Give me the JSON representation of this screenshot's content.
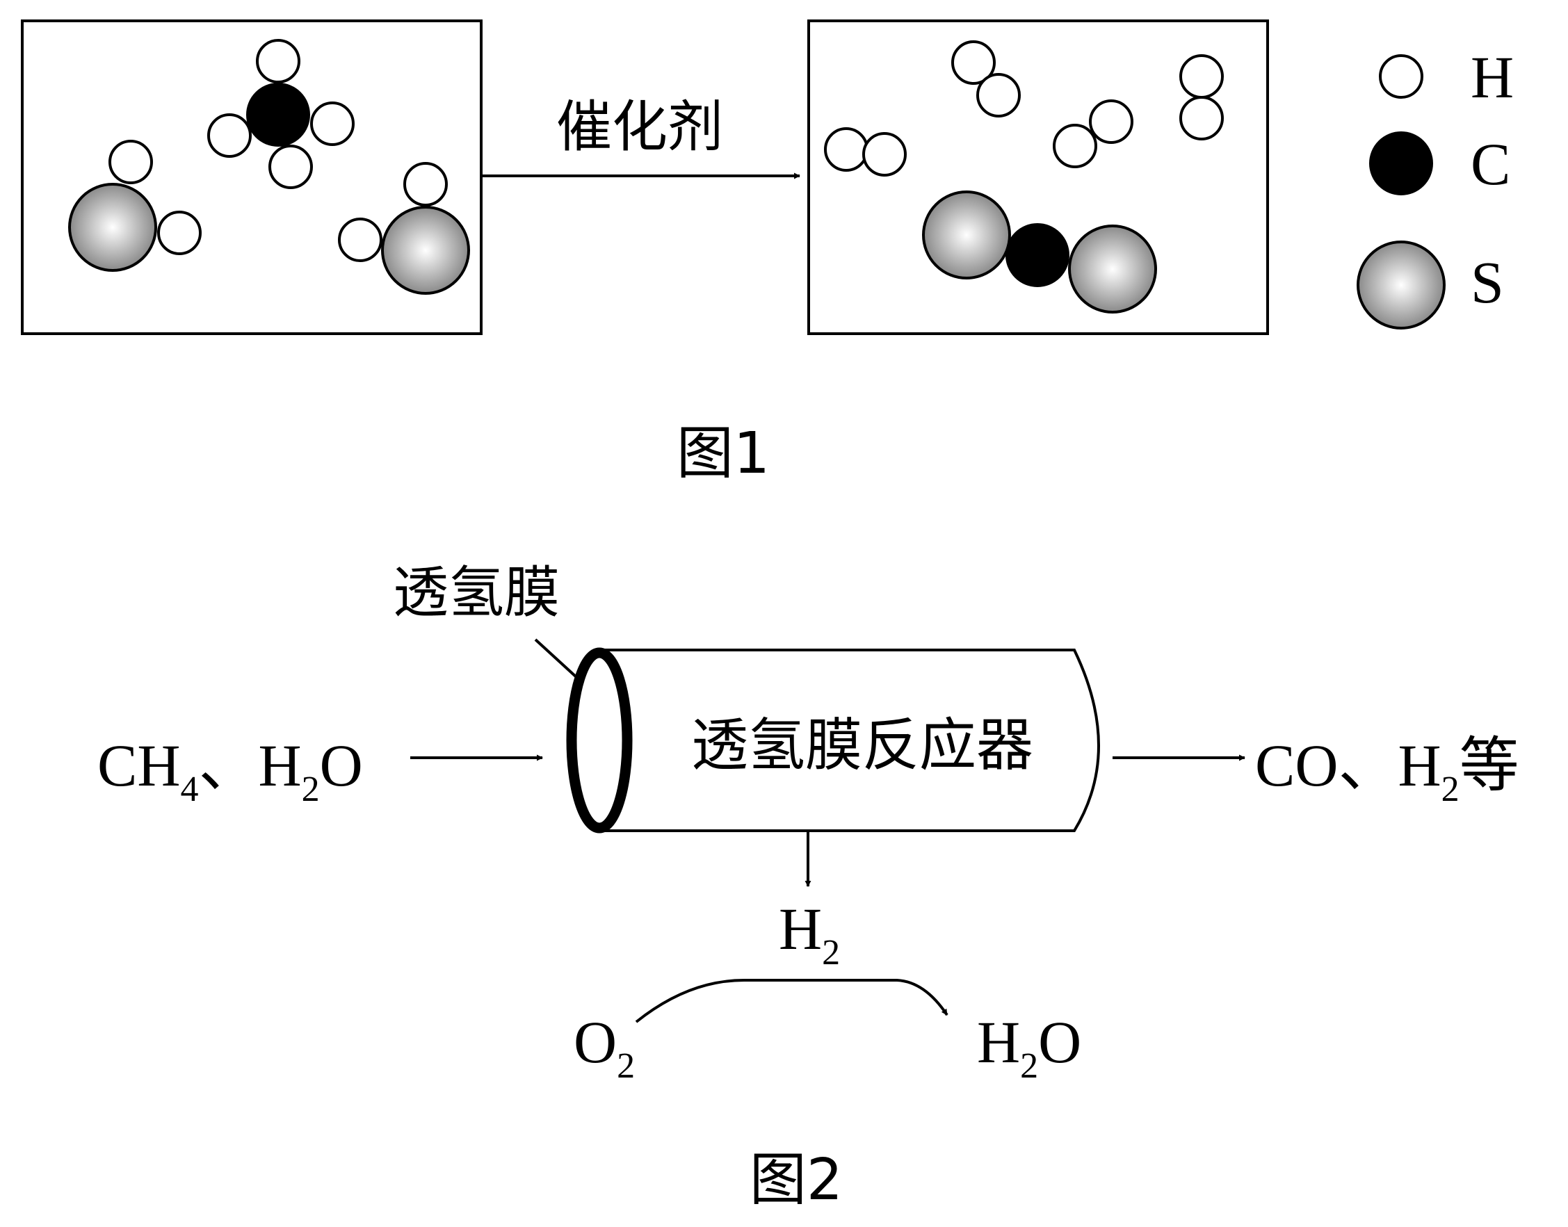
{
  "figure1": {
    "caption": "图1",
    "arrow_label": "催化剂",
    "legend": [
      {
        "symbol": "H",
        "label": "H"
      },
      {
        "symbol": "C",
        "label": "C"
      },
      {
        "symbol": "S",
        "label": "S"
      }
    ]
  },
  "figure2": {
    "caption": "图2",
    "membrane_label": "透氢膜",
    "reactor_label": "透氢膜反应器",
    "input": {
      "m1": "CH",
      "m1_sub": "4",
      "sep": "、",
      "m2a": "H",
      "m2_sub": "2",
      "m2b": "O"
    },
    "output": {
      "m1": "CO",
      "sep": "、",
      "m2": "H",
      "m2_sub": "2",
      "tail": "等"
    },
    "permeate": {
      "main": "H",
      "sub": "2"
    },
    "oxidant": {
      "main": "O",
      "sub": "2"
    },
    "product": {
      "main": "H",
      "sub": "2",
      "tail": "O"
    }
  },
  "colors": {
    "stroke": "#000000",
    "hydrogen_fill": "#ffffff",
    "carbon_fill": "#000000",
    "sulfur_gradient_center": "#ffffff",
    "sulfur_gradient_edge": "#8a8a8a"
  }
}
